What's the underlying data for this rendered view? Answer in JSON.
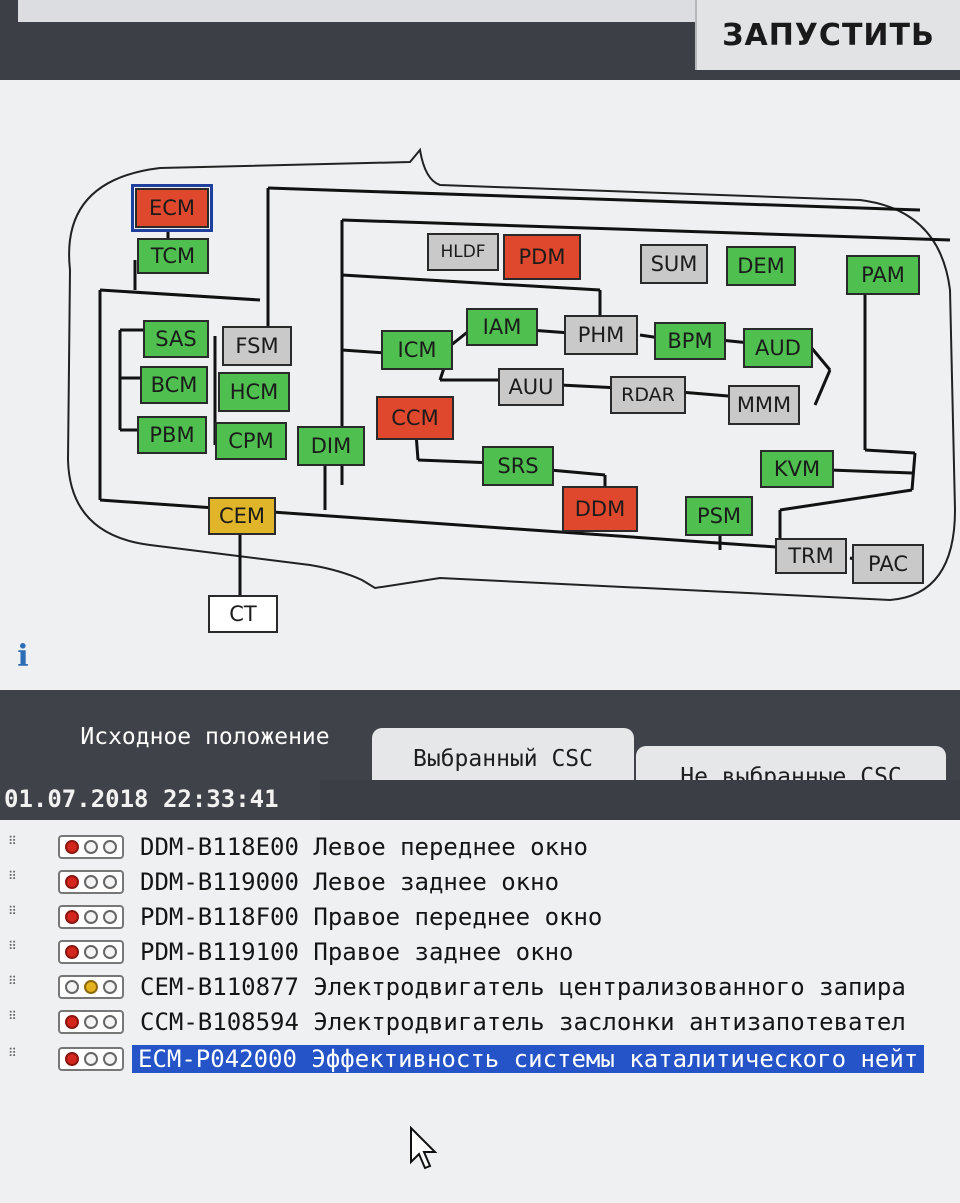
{
  "toolbar": {
    "run_label": "ЗАПУСТИТЬ"
  },
  "diagram": {
    "nodes": {
      "ecm": "ECM",
      "tcm": "TCM",
      "sas": "SAS",
      "fsm": "FSM",
      "bcm": "BCM",
      "hcm": "HCM",
      "pbm": "PBM",
      "cpm": "CPM",
      "dim": "DIM",
      "cem": "CEM",
      "ct": "CT",
      "hldf": "HLDF",
      "pdm": "PDM",
      "sum": "SUM",
      "dem": "DEM",
      "pam": "PAM",
      "icm": "ICM",
      "iam": "IAM",
      "phm": "PHM",
      "bpm": "BPM",
      "aud": "AUD",
      "auu": "AUU",
      "rdar": "RDAR",
      "mmm": "MMM",
      "ccm": "CCM",
      "srs": "SRS",
      "ddm": "DDM",
      "kvm": "KVM",
      "psm": "PSM",
      "trm": "TRM",
      "pac": "PAC"
    },
    "status_colors": {
      "ok": "#4fbf4f",
      "fault": "#e0482d",
      "inactive": "#c9c9c9",
      "gateway": "#e1b52a"
    }
  },
  "tabs": [
    {
      "label": "Исходное положение"
    },
    {
      "label": "Выбранный CSC"
    },
    {
      "label": "Не выбранные CSC"
    }
  ],
  "session": {
    "datetime": "01.07.2018 22:33:41"
  },
  "faults": [
    {
      "text": "DDM-B118E00 Левое переднее окно",
      "lamp": "red"
    },
    {
      "text": "DDM-B119000 Левое заднее окно",
      "lamp": "red"
    },
    {
      "text": "PDM-B118F00 Правое переднее окно",
      "lamp": "red"
    },
    {
      "text": "PDM-B119100 Правое заднее окно",
      "lamp": "red"
    },
    {
      "text": "CEM-B110877 Электродвигатель централизованного запира",
      "lamp": "yellow"
    },
    {
      "text": "CCM-B108594 Электродвигатель заслонки антизапотевател",
      "lamp": "red"
    },
    {
      "text": "ECM-P042000 Эффективность системы каталитического нейт",
      "lamp": "red"
    }
  ]
}
